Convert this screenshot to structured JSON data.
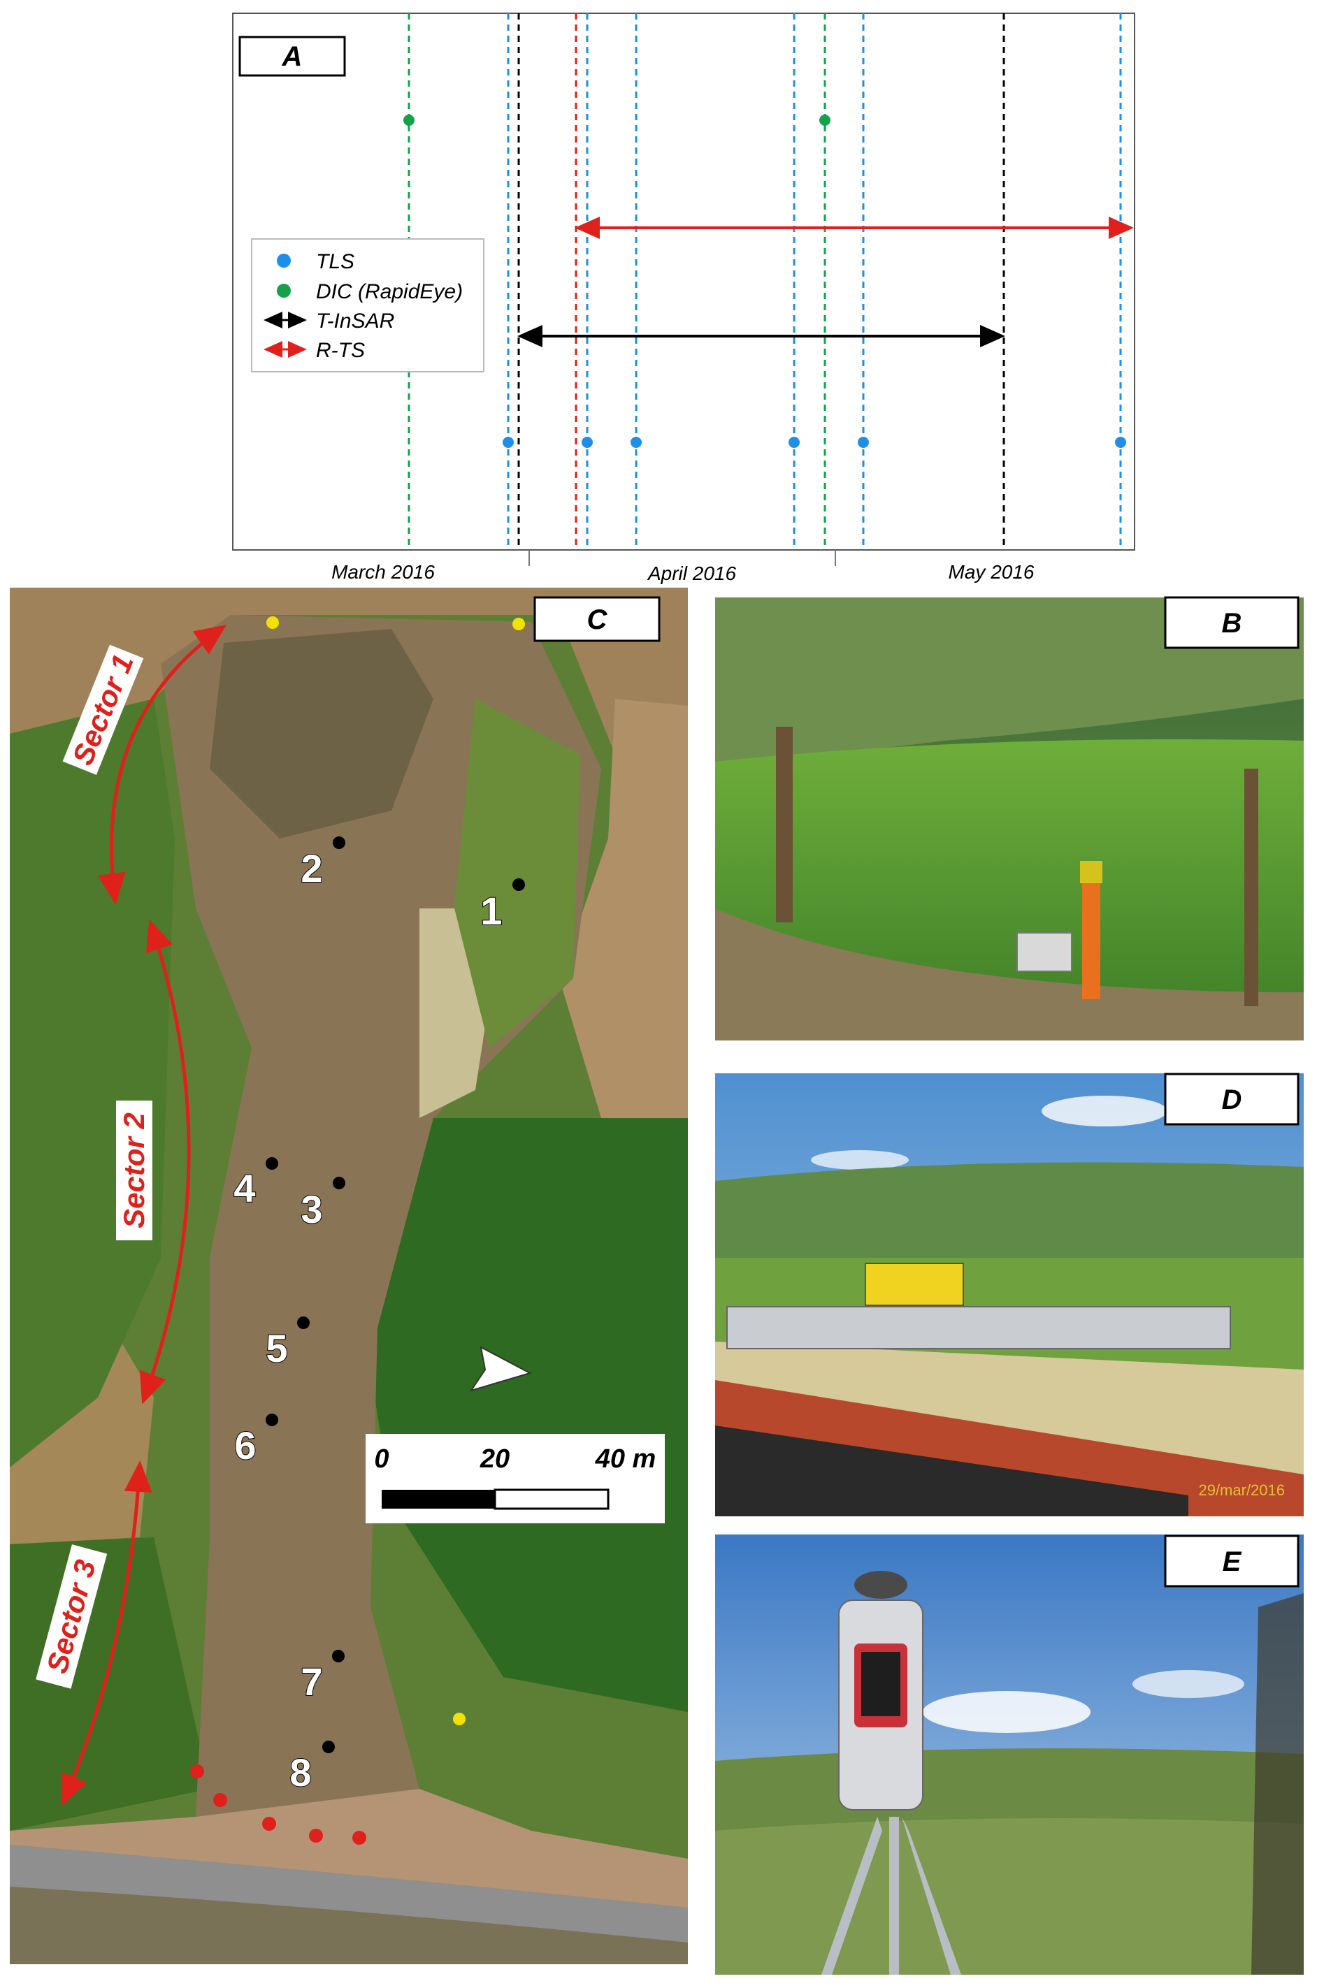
{
  "panels": {
    "A": "A",
    "B": "B",
    "C": "C",
    "D": "D",
    "E": "E"
  },
  "timeline": {
    "months": [
      "March 2016",
      "April 2016",
      "May 2016"
    ],
    "legend": [
      {
        "label": "TLS",
        "symbol": "dot",
        "color": "#1e8fe8"
      },
      {
        "label": "DIC (RapidEye)",
        "symbol": "dot",
        "color": "#14a14a"
      },
      {
        "label": "T-InSAR",
        "symbol": "arrow",
        "color": "#000000"
      },
      {
        "label": "R-TS",
        "symbol": "arrow",
        "color": "#e0201b"
      }
    ],
    "colors": {
      "tls": "#1e8fe8",
      "dic": "#14a14a",
      "tinsar": "#000000",
      "rts": "#e0201b"
    }
  },
  "map": {
    "sectors": [
      "Sector 1",
      "Sector 2",
      "Sector 3"
    ],
    "points": [
      "1",
      "2",
      "3",
      "4",
      "5",
      "6",
      "7",
      "8"
    ],
    "scale": {
      "labels": [
        "0",
        "20",
        "40 m"
      ]
    }
  },
  "photos": {
    "D": {
      "stamp": "29/mar/2016"
    }
  }
}
